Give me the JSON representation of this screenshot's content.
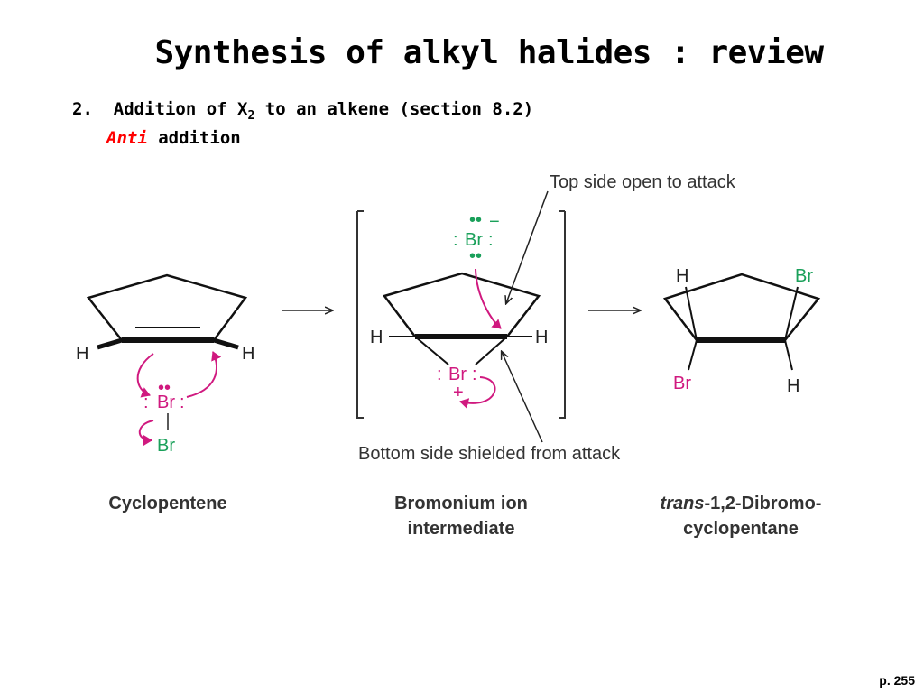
{
  "title": "Synthesis of alkyl halides : review",
  "point": {
    "number": "2.",
    "text_before": "Addition of X",
    "subscript": "2",
    "text_after": " to an alkene (section 8.2)"
  },
  "subpoint": {
    "anti": "Anti",
    "rest": " addition"
  },
  "atoms": {
    "h": "H",
    "br": "Br",
    "dots": "••",
    "plus": "+",
    "minus": "−"
  },
  "annotations": {
    "top": "Top side open to attack",
    "bottom": "Bottom side shielded from attack"
  },
  "captions": {
    "cyclopentene": "Cyclopentene",
    "bromonium_1": "Bromonium ion",
    "bromonium_2": "intermediate",
    "trans_italic": "trans",
    "trans_rest": "-1,2-Dibromo-",
    "trans_2": "cyclopentane"
  },
  "page_number": "p. 255",
  "colors": {
    "anti": "#ff0000",
    "bromine_green": "#1aa05a",
    "arrow_magenta": "#d0197f"
  }
}
